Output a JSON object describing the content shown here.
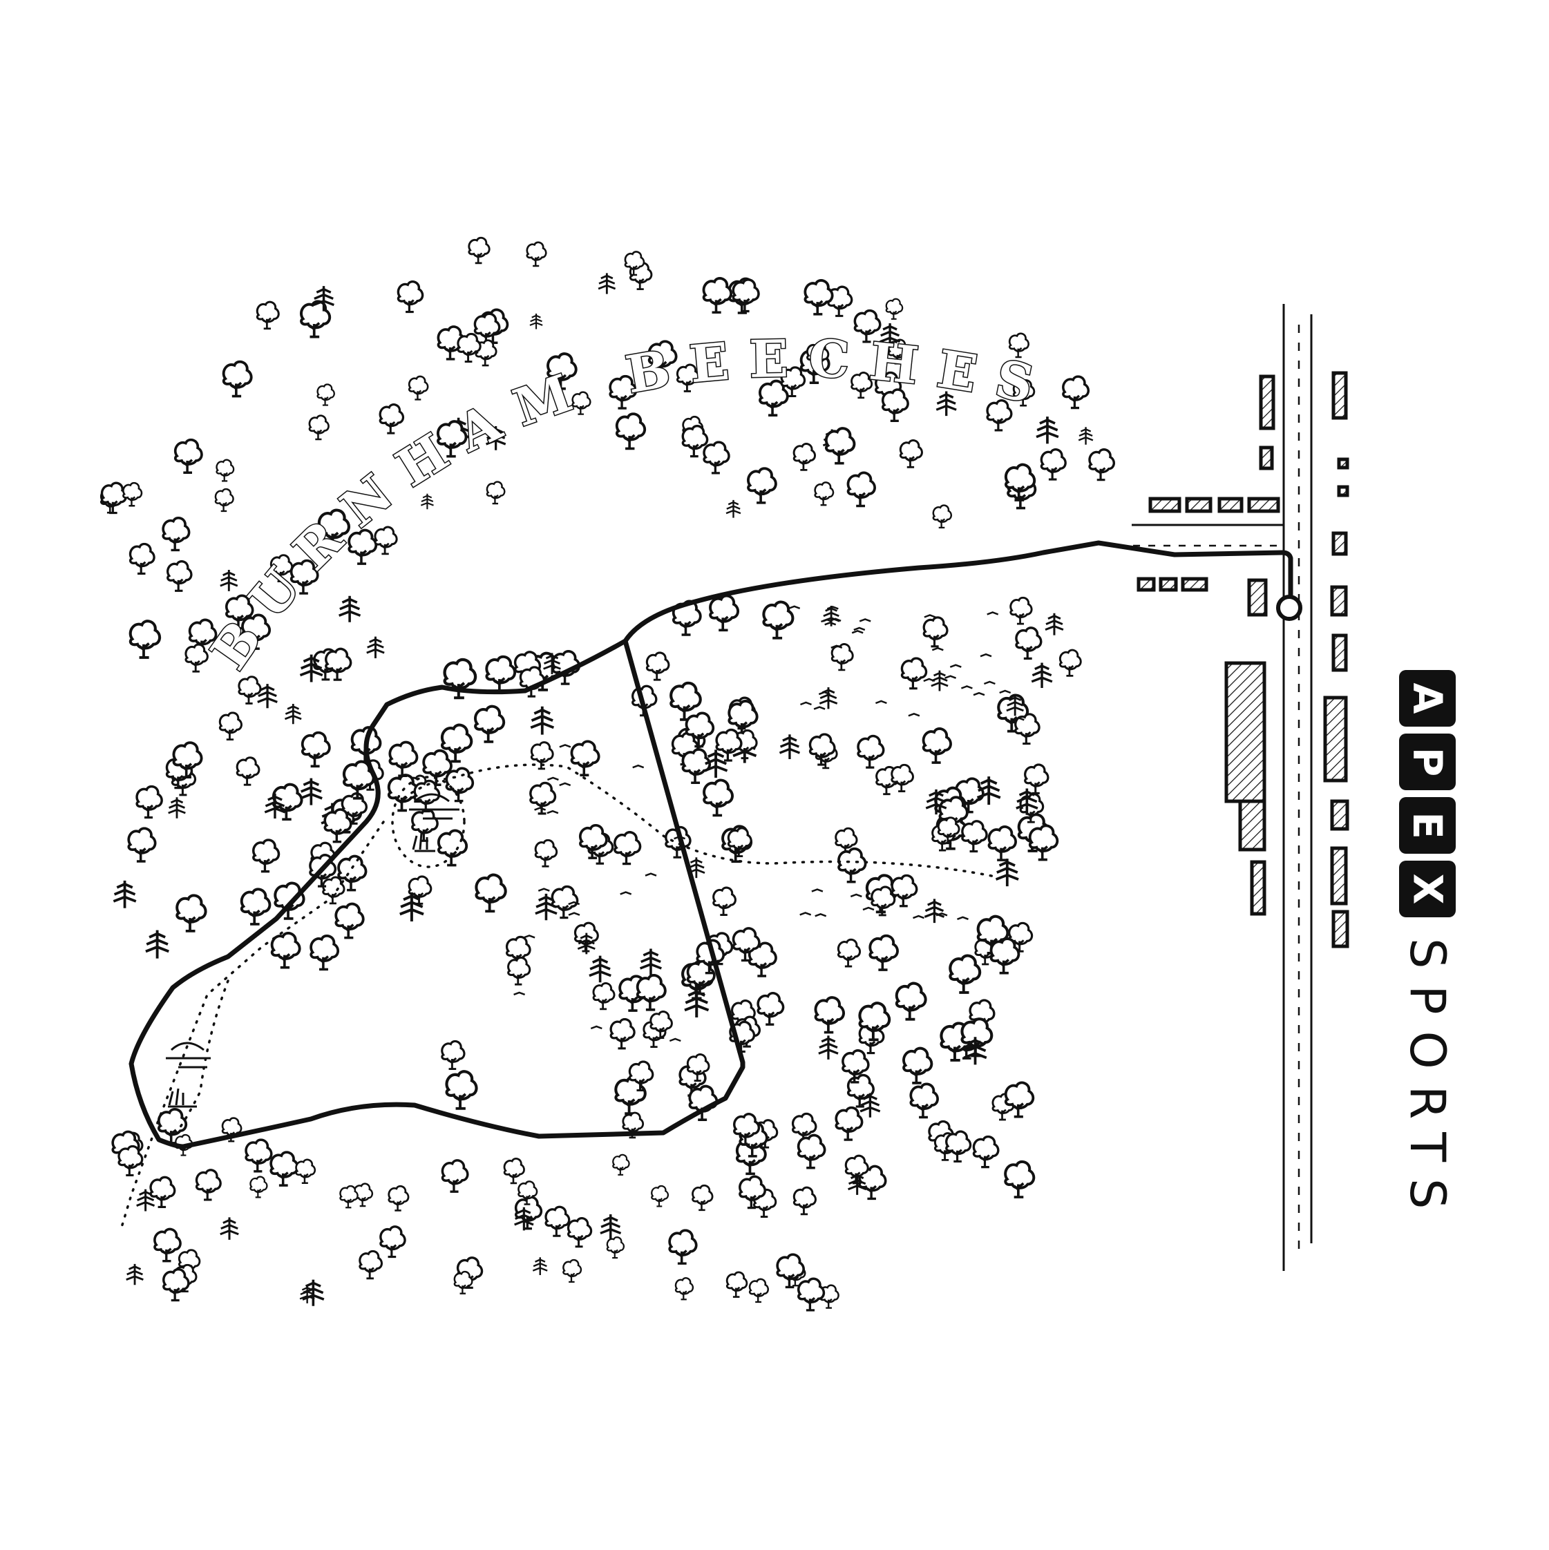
{
  "map": {
    "title": "BURNHAM BEECHES"
  },
  "logo": {
    "letters": [
      "A",
      "P",
      "E",
      "X"
    ],
    "subtitle": "SPORTS"
  },
  "colors": {
    "ink": "#111111",
    "paper": "#ffffff"
  },
  "icons": [
    "tree-icon",
    "conifer-icon",
    "pond-icon",
    "start-marker-icon",
    "building-icon"
  ]
}
